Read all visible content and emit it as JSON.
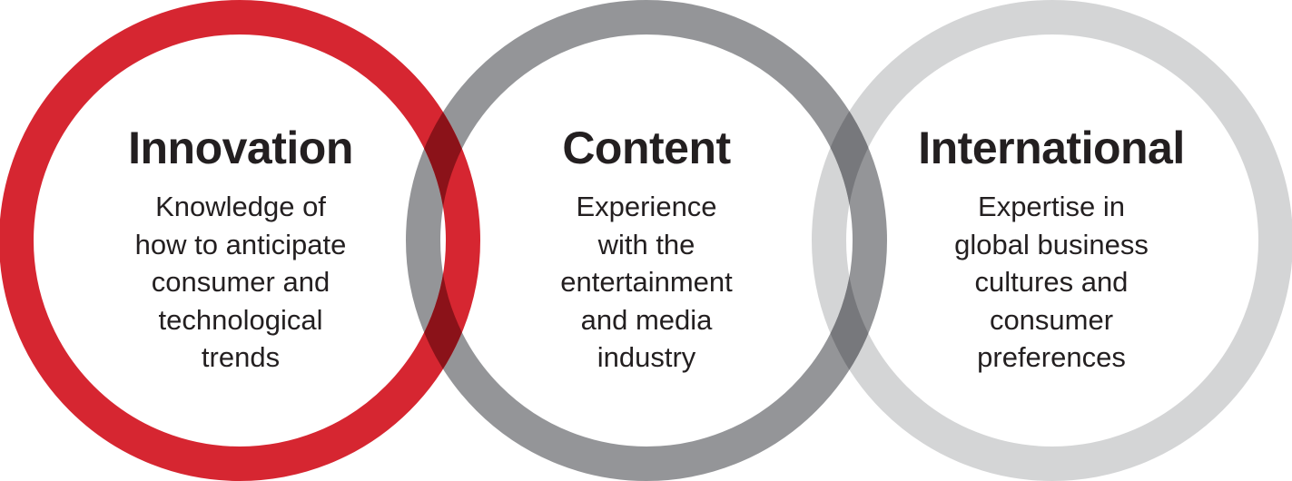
{
  "colors": {
    "red_ring": "#d62631",
    "dark_gray_ring": "#85868a",
    "light_gray_ring": "#cfd0d2",
    "text": "#231f20",
    "overlap_red_dark": "#8b1219"
  },
  "circles": [
    {
      "title": "Innovation",
      "description_lines": [
        "Knowledge of",
        "how to anticipate",
        "consumer and",
        "technological",
        "trends"
      ]
    },
    {
      "title": "Content",
      "description_lines": [
        "Experience",
        "with the",
        "entertainment",
        "and media",
        "industry"
      ]
    },
    {
      "title": "International",
      "description_lines": [
        "Expertise in",
        "global business",
        "cultures and",
        "consumer",
        "preferences"
      ]
    }
  ]
}
